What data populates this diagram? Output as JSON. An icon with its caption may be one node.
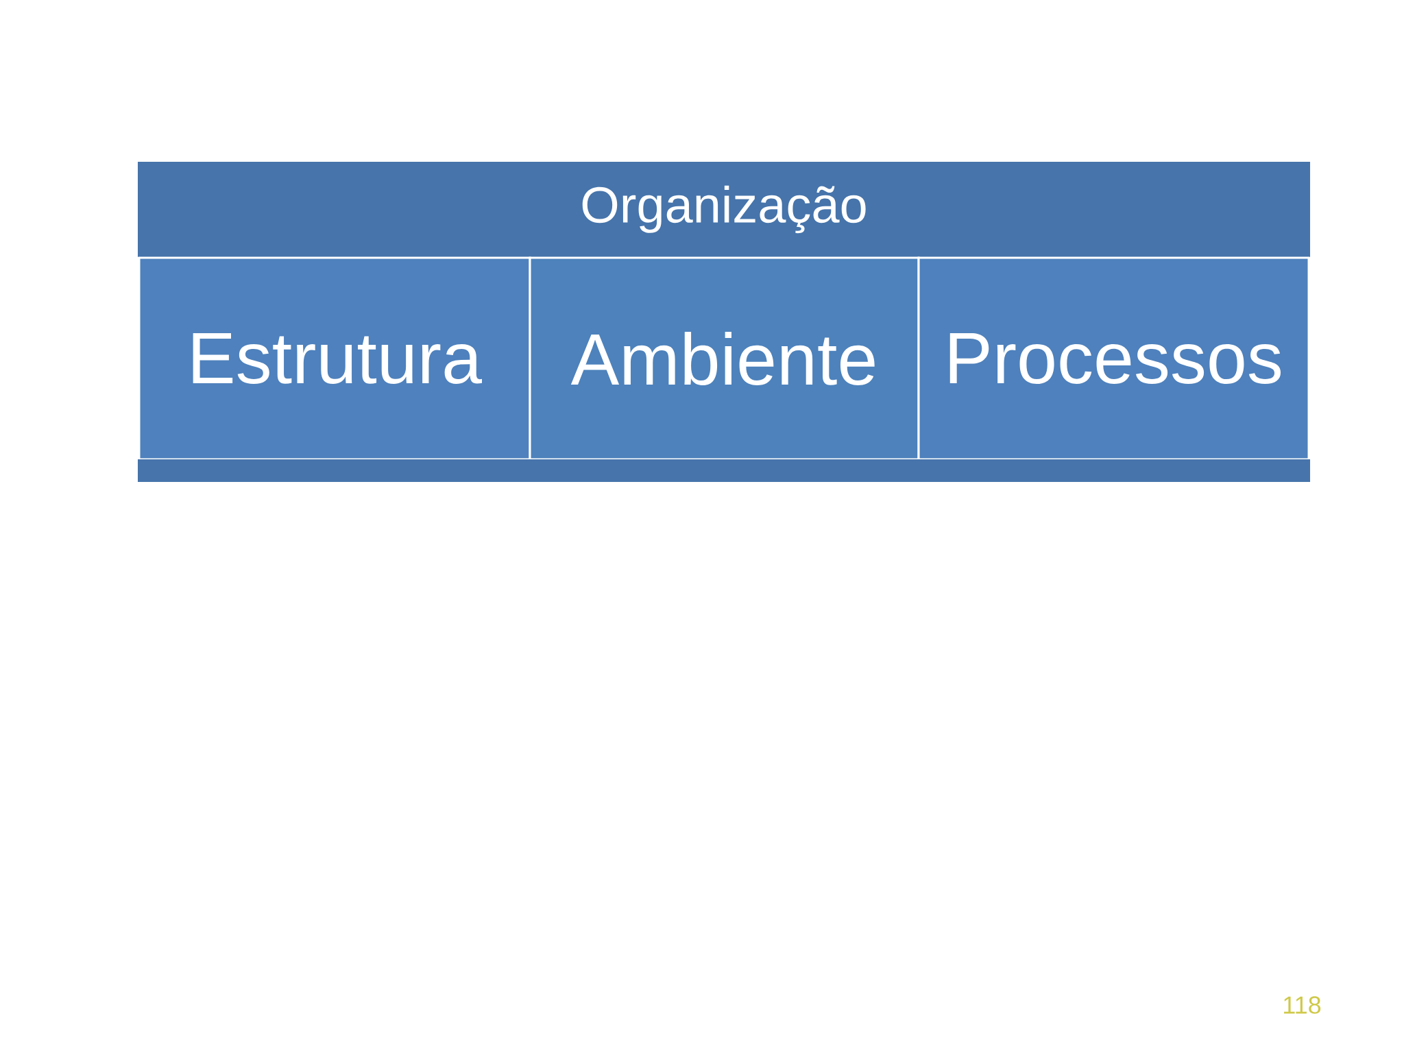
{
  "diagram": {
    "nodes": [
      {
        "text": [
          "Organização"
        ]
      },
      {
        "text": [
          "Estrutura"
        ]
      },
      {
        "text": [
          "Ambiente"
        ]
      },
      {
        "text": [
          "Processos"
        ]
      },
      {
        "text": [],
        "shape": "bar"
      }
    ],
    "labels": [
      "118"
    ]
  }
}
